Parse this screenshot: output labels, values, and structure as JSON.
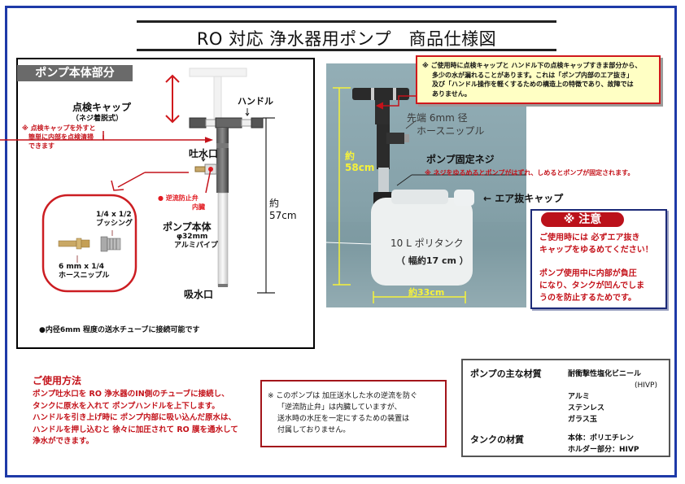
{
  "page": {
    "title": "RO 対応 浄水器用ポンプ　商品仕様図"
  },
  "pump_section": {
    "label": "ポンプ本体部分",
    "inspection_cap": "点検キャップ",
    "inspection_cap_sub": "（ネジ着脱式）",
    "inspection_note": [
      "※ 点検キャップを外すと",
      "簡単に内部を点検清掃",
      "できます"
    ],
    "handle": "ハンドル",
    "outlet": "吐水口",
    "check_valve": [
      "● 逆流防止弁",
      "内臓"
    ],
    "body_label": "ポンプ本体",
    "body_spec": [
      "φ32mm",
      "アルミパイプ"
    ],
    "inlet": "吸水口",
    "height": [
      "約",
      "57cm"
    ],
    "bushing": [
      "1/4 x 1/2",
      "ブッシング"
    ],
    "hose_nipple": [
      "6 mm x 1/4",
      "ホースニップル"
    ],
    "tube_note": "●内径6mm 程度の送水チューブに接続可能です"
  },
  "photo": {
    "tip_label": [
      "先端 6mm 径",
      "ホースニップル"
    ],
    "height": [
      "約",
      "58cm"
    ],
    "fix_screw": "ポンプ固定ネジ",
    "fix_screw_note": "※ ネジをゆるめるとポンプがはずれ、しめるとポンプが固定されます。",
    "air_cap": "← エア抜キャップ",
    "tank_label": "10 L  ポリタンク",
    "tank_width": "（ 幅約17 cm ）",
    "tank_length": "約33cm"
  },
  "leak_note": [
    "※ ご使用時に点検キャップと ハンドル下の点検キャップすきま部分から、",
    "多少の水が漏れることがあります。これは「ポンプ内部のエア抜き」",
    "及び「ハンドル操作を軽くするための構造上の特徴であり、故障では",
    "ありません。"
  ],
  "caution": {
    "title": "※  注意",
    "line1": [
      "ご使用時には 必ずエア抜き",
      "キャップをゆるめてください！"
    ],
    "line2": [
      "ポンプ使用中に内部が負圧",
      "になり、タンクが凹んでしま",
      "うのを防止するためです。"
    ]
  },
  "usage": {
    "title": "ご使用方法",
    "lines": [
      "ポンプ吐水口を RO 浄水器のIN側のチューブに接続し、",
      "タンクに原水を入れて ポンプハンドルを上下します。",
      "ハンドルを引き上げ時に ポンプ内部に吸い込んだ原水は、",
      "ハンドルを押し込むと 徐々に加圧されて RO 膜を通水して",
      "浄水ができます。"
    ]
  },
  "valve_note": [
    "※ このポンプは 加圧送水した水の逆流を防ぐ",
    "「逆流防止弁」は内臓していますが、",
    "送水時の水圧を一定にするための装置は",
    "付属しておりません。"
  ],
  "materials": {
    "pump_label": "ポンプの主な材質",
    "pump_items": [
      "耐衝撃性塩化ビニール",
      "(HIVP)",
      "アルミ",
      "ステンレス",
      "ガラス玉"
    ],
    "tank_label": "タンクの材質",
    "tank_items": [
      "本体：ポリエチレン",
      "ホルダー部分：HIVP"
    ]
  },
  "colors": {
    "frame": "#1e3aa8",
    "accent_red": "#c4121a",
    "note_bg": "#ffffc4",
    "dimension_yellow": "#f6f23a"
  }
}
